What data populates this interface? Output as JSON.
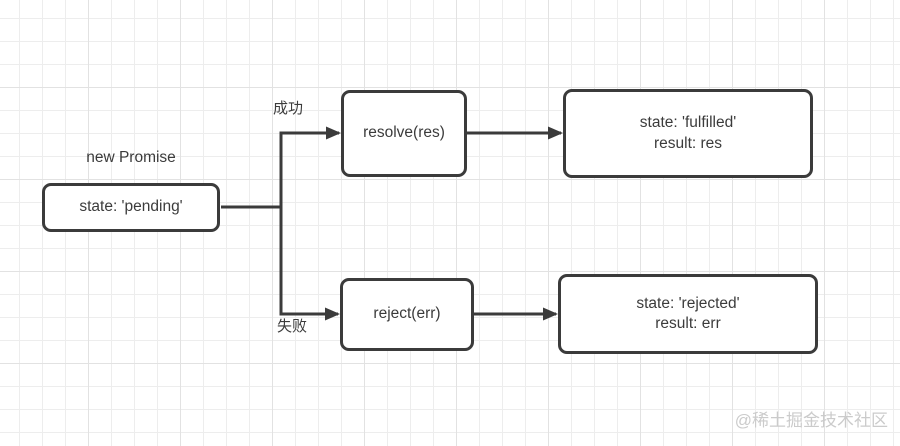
{
  "diagram": {
    "title_label": "new Promise",
    "nodes": {
      "pending": {
        "text": "state: 'pending'"
      },
      "resolve": {
        "text": "resolve(res)"
      },
      "reject": {
        "text": "reject(err)"
      },
      "fulfilled": {
        "line1": "state: 'fulfilled'",
        "line2": "result: res"
      },
      "rejected": {
        "line1": "state: 'rejected'",
        "line2": "result: err"
      }
    },
    "edge_labels": {
      "success": "成功",
      "failure": "失败"
    },
    "edges": [
      {
        "from": "pending",
        "to": "resolve",
        "label": "成功"
      },
      {
        "from": "pending",
        "to": "reject",
        "label": "失败"
      },
      {
        "from": "resolve",
        "to": "fulfilled"
      },
      {
        "from": "reject",
        "to": "rejected"
      }
    ]
  },
  "watermark": {
    "text": "@稀土掘金技术社区"
  },
  "colors": {
    "stroke": "#3b3b3b",
    "text": "#3b3b3b",
    "grid_minor": "#ededed",
    "grid_major": "#e2e2e2",
    "node_bg": "#ffffff",
    "watermark": "#cbcbcb"
  }
}
